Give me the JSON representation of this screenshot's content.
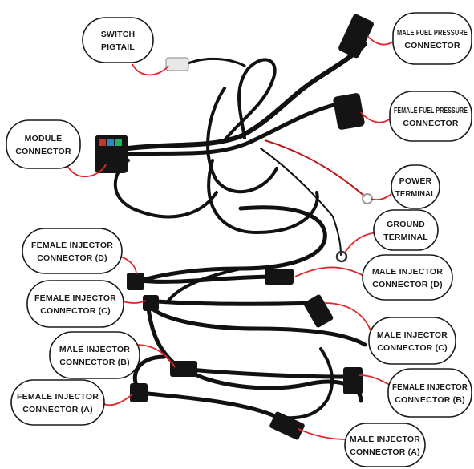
{
  "colors": {
    "cable": "#111111",
    "leader_line": "#e0262b",
    "label_border": "#1a1a1a",
    "background": "#ffffff"
  },
  "labels": [
    {
      "id": "switch-pigtail",
      "lines": [
        "SWITCH",
        "PIGTAIL"
      ]
    },
    {
      "id": "male-fuel-pressure-connector",
      "lines": [
        "MALE FUEL PRESSURE",
        "CONNECTOR"
      ]
    },
    {
      "id": "female-fuel-pressure-connector",
      "lines": [
        "FEMALE FUEL PRESSURE",
        "CONNECTOR"
      ]
    },
    {
      "id": "module-connector",
      "lines": [
        "MODULE",
        "CONNECTOR"
      ]
    },
    {
      "id": "power-terminal",
      "lines": [
        "POWER",
        "TERMINAL"
      ]
    },
    {
      "id": "ground-terminal",
      "lines": [
        "GROUND",
        "TERMINAL"
      ]
    },
    {
      "id": "female-injector-connector-d",
      "lines": [
        "FEMALE INJECTOR",
        "CONNECTOR (D)"
      ]
    },
    {
      "id": "male-injector-connector-d",
      "lines": [
        "MALE INJECTOR",
        "CONNECTOR (D)"
      ]
    },
    {
      "id": "female-injector-connector-c",
      "lines": [
        "FEMALE INJECTOR",
        "CONNECTOR (C)"
      ]
    },
    {
      "id": "male-injector-connector-c",
      "lines": [
        "MALE INJECTOR",
        "CONNECTOR (C)"
      ]
    },
    {
      "id": "male-injector-connector-b",
      "lines": [
        "MALE INJECTOR",
        "CONNECTOR (B)"
      ]
    },
    {
      "id": "female-injector-connector-b",
      "lines": [
        "FEMALE INJECTOR",
        "CONNECTOR (B)"
      ]
    },
    {
      "id": "female-injector-connector-a",
      "lines": [
        "FEMALE INJECTOR",
        "CONNECTOR (A)"
      ]
    },
    {
      "id": "male-injector-connector-a",
      "lines": [
        "MALE INJECTOR",
        "CONNECTOR (A)"
      ]
    }
  ]
}
